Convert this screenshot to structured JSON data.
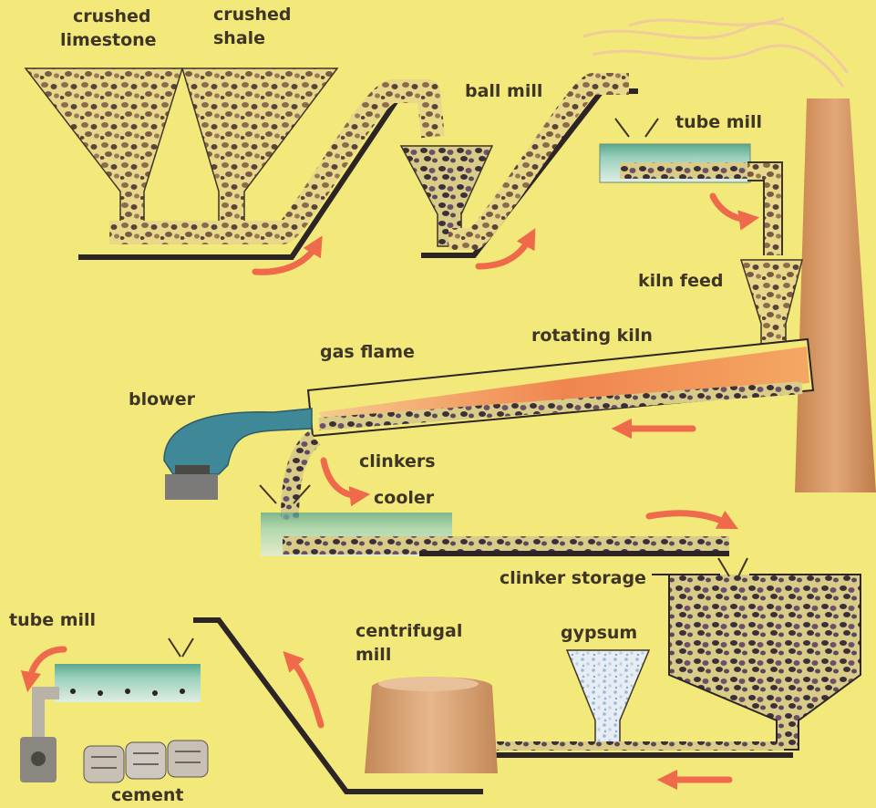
{
  "colors": {
    "background": "#f3e97a",
    "rock": "#8a6a4a",
    "rock_dark": "#3b2f3a",
    "belt": "#2d2525",
    "arrow": "#ee6a4a",
    "chimney": "#d89a68",
    "blower": "#3f8898",
    "flame": "#f08a4a",
    "mill_top": "#6fb09a",
    "mill_body": "#cfe6dc",
    "gypsum": "#cfe0f0",
    "centrifugal": "#d7a071",
    "cement_bag": "#c8c0b5"
  },
  "labels": {
    "crushed_limestone": [
      "crushed",
      "limestone"
    ],
    "crushed_shale": [
      "crushed",
      "shale"
    ],
    "ball_mill": "ball mill",
    "tube_mill_top": "tube mill",
    "kiln_feed": "kiln feed",
    "rotating_kiln": "rotating kiln",
    "gas_flame": "gas flame",
    "blower": "blower",
    "clinkers": "clinkers",
    "cooler": "cooler",
    "clinker_storage": "clinker storage",
    "centrifugal_mill": [
      "centrifugal",
      "mill"
    ],
    "gypsum": "gypsum",
    "tube_mill_bottom": "tube mill",
    "cement": "cement"
  }
}
